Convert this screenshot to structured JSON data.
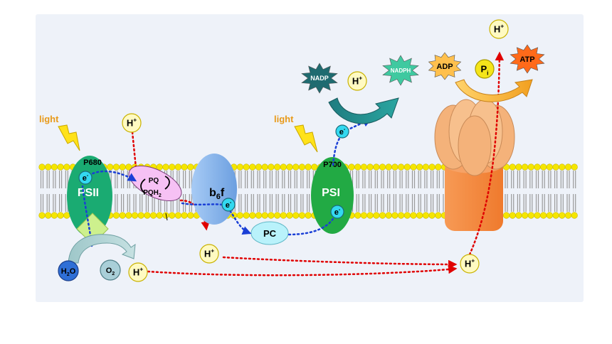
{
  "colors": {
    "panel_bg": "#eef2f9",
    "lipid_head": "#f5e600",
    "lipid_tail": "#9a9a9a",
    "psii": "#1aab72",
    "psi": "#22aa44",
    "b6f": "#7fb2ec",
    "pq": "#f6c1f4",
    "pc": "#b9f2fb",
    "electron": "#33d9f0",
    "proton_fill": "#fffac2",
    "proton_stroke": "#c9b200",
    "water": "#2f6fd6",
    "oxygen": "#a9cfd8",
    "nadp": "#1f6b70",
    "nadph": "#3fc9a0",
    "adp": "#ffc04d",
    "pi": "#f5e51a",
    "atp": "#ff6a1a",
    "synthase_head": "#f4b27a",
    "synthase_stalk": "#f5883b",
    "proton_path": "#e00000",
    "electron_path": "#1a3fd6",
    "light_label": "#e89a1a",
    "lightning": "#ffe21a"
  },
  "labels": {
    "light_1": "light",
    "light_2": "light",
    "p680": "P680",
    "psii": "PSII",
    "pq": "PQ",
    "pqh2": "PQH",
    "pqh2_sub": "2",
    "b6f": "b",
    "b6f_sub": "6",
    "b6f_tail": "f",
    "pc": "PC",
    "p700": "P700",
    "psi": "PSI",
    "nadp": "NADP",
    "nadph": "NADPH",
    "adp": "ADP",
    "pi": "P",
    "pi_sub": "i",
    "atp": "ATP",
    "h2o": "H",
    "h2o_sub": "2",
    "h2o_tail": "O",
    "o2": "O",
    "o2_sub": "2",
    "electron": "e",
    "electron_sup": "-",
    "proton": "H",
    "proton_sup": "+"
  }
}
